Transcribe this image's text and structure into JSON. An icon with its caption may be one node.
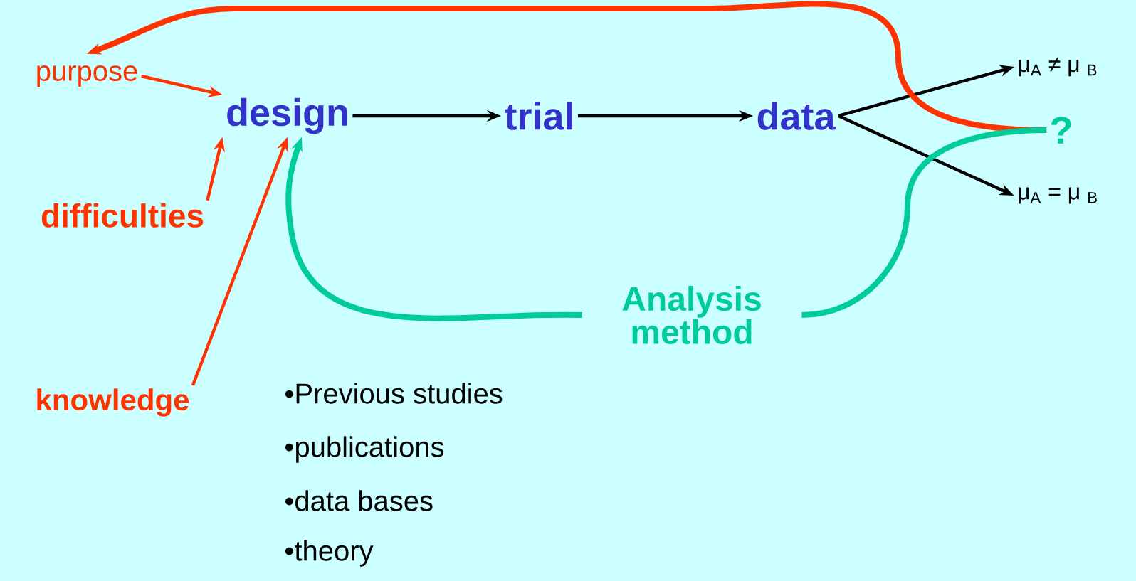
{
  "diagram": {
    "nodes": [
      {
        "text": [
          "purpose"
        ]
      },
      {
        "text": [
          "design"
        ]
      },
      {
        "text": [
          "trial"
        ]
      },
      {
        "text": [
          "data"
        ]
      },
      {
        "text": [
          "μ$_{A}$ ≠ μ $_{B}$"
        ]
      },
      {
        "text": [
          "?"
        ]
      },
      {
        "text": [
          "μ$_{A}$ = μ $_{B}$"
        ]
      },
      {
        "text": [
          "difficulties"
        ]
      },
      {
        "text": [
          "knowledge"
        ]
      },
      {
        "text": [
          "Analysis method"
        ]
      }
    ],
    "edges": [
      {
        "from": 0,
        "to": 1,
        "arrow": "to",
        "color": "#ff3300"
      },
      {
        "from": 7,
        "to": 1,
        "arrow": "to",
        "color": "#ff3300"
      },
      {
        "from": 8,
        "to": 1,
        "arrow": "to",
        "color": "#ff3300"
      },
      {
        "from": 1,
        "to": 2,
        "arrow": "to",
        "color": "#000000"
      },
      {
        "from": 2,
        "to": 3,
        "arrow": "to",
        "color": "#000000"
      },
      {
        "from": 3,
        "to": 4,
        "arrow": "to",
        "color": "#000000"
      },
      {
        "from": 3,
        "to": 6,
        "arrow": "to",
        "color": "#000000"
      },
      {
        "from": 5,
        "to": 0,
        "arrow": "to",
        "style": "thick",
        "color": "#ff3300"
      },
      {
        "from": 9,
        "to": 1,
        "arrow": "to",
        "style": "thick",
        "color": "#00cc99"
      },
      {
        "from": 9,
        "to": 5,
        "arrow": "none",
        "style": "thick",
        "color": "#00cc99"
      }
    ],
    "labels": [
      "•Previous studies",
      "•publications",
      "•data bases",
      "•theory"
    ]
  }
}
